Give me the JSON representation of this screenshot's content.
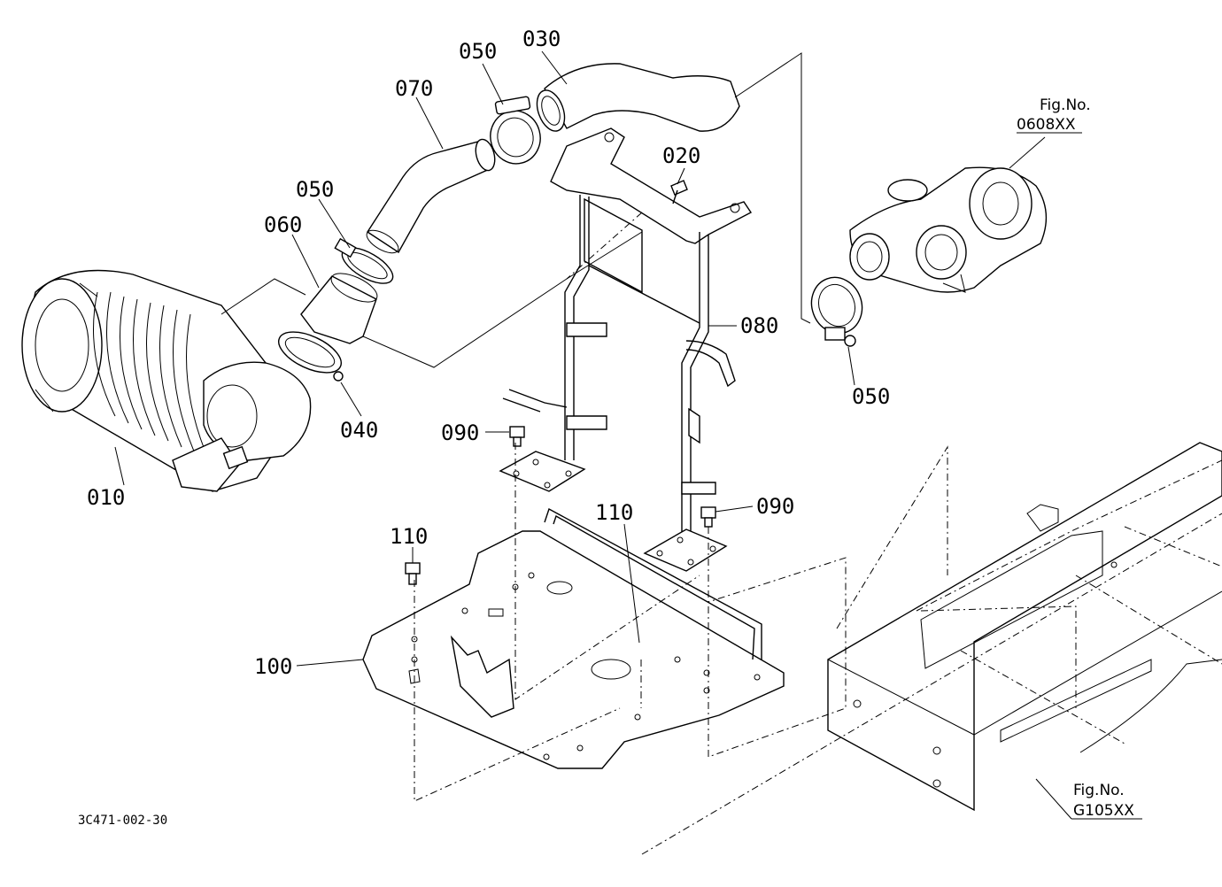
{
  "diagram_code": "3C471-002-30",
  "callouts": {
    "c010": "010",
    "c020": "020",
    "c030": "030",
    "c040": "040",
    "c050a": "050",
    "c050b": "050",
    "c050c": "050",
    "c060": "060",
    "c070": "070",
    "c080": "080",
    "c090a": "090",
    "c090b": "090",
    "c100": "100",
    "c110a": "110",
    "c110b": "110"
  },
  "figure_refs": {
    "turbo": {
      "label": "Fig.No.",
      "number": "0608XX"
    },
    "frame": {
      "label": "Fig.No.",
      "number": "G105XX"
    }
  }
}
